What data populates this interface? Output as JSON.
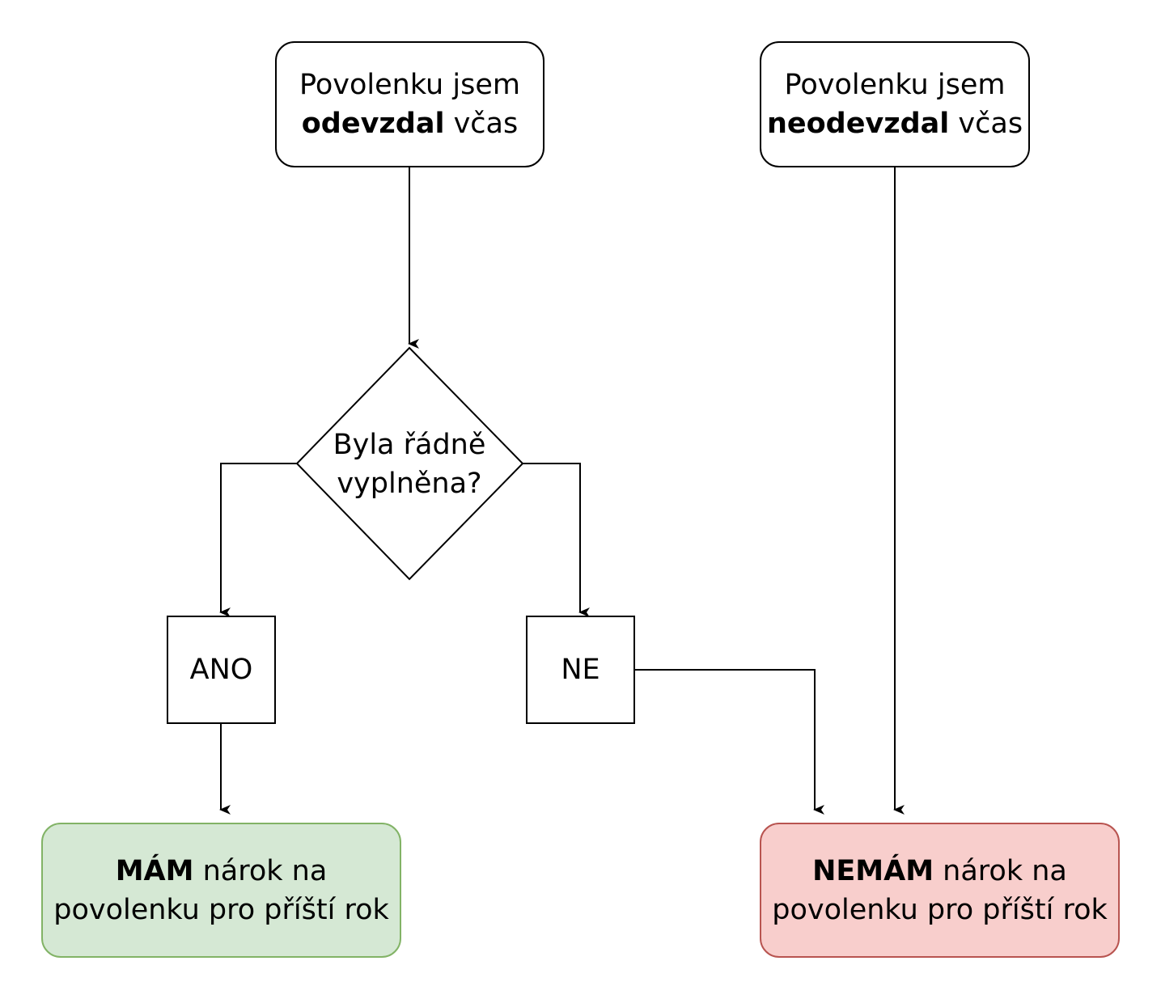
{
  "diagram": {
    "type": "flowchart",
    "nodes": {
      "start_on_time": {
        "line1": "Povolenku jsem",
        "bold": "odevzdal",
        "rest": " včas"
      },
      "start_not_on_time": {
        "line1": "Povolenku jsem",
        "bold": "neodevzdal",
        "rest": " včas"
      },
      "decision": {
        "line1": "Byla řádně",
        "line2": "vyplněna?"
      },
      "yes": {
        "label": "ANO"
      },
      "no": {
        "label": "NE"
      },
      "result_entitled": {
        "bold": "MÁM",
        "rest": " nárok na",
        "line2": "povolenku pro příští rok",
        "fill": "#d5e8d4",
        "stroke": "#82b366"
      },
      "result_not_entitled": {
        "bold": "NEMÁM",
        "rest": " nárok na",
        "line2": "povolenku pro příští rok",
        "fill": "#f8cecc",
        "stroke": "#b85450"
      }
    },
    "edges": [
      {
        "from": "start_on_time",
        "to": "decision"
      },
      {
        "from": "decision",
        "to": "yes"
      },
      {
        "from": "decision",
        "to": "no"
      },
      {
        "from": "yes",
        "to": "result_entitled"
      },
      {
        "from": "no",
        "to": "result_not_entitled"
      },
      {
        "from": "start_not_on_time",
        "to": "result_not_entitled"
      }
    ]
  }
}
